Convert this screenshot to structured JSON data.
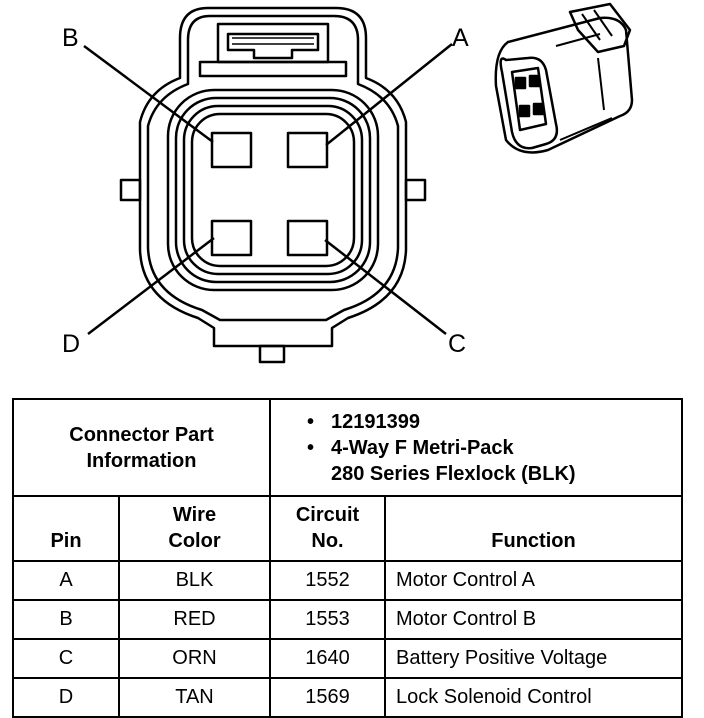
{
  "diagram": {
    "pin_labels": {
      "a": "A",
      "b": "B",
      "c": "C",
      "d": "D"
    }
  },
  "connector_info": {
    "label_line1": "Connector Part",
    "label_line2": "Information",
    "bullet": "•",
    "part_number": "12191399",
    "description_line1": "4-Way F Metri-Pack",
    "description_line2": "280 Series Flexlock (BLK)"
  },
  "table": {
    "headers": {
      "pin": "Pin",
      "wire_color_line1": "Wire",
      "wire_color_line2": "Color",
      "circuit_line1": "Circuit",
      "circuit_line2": "No.",
      "function": "Function"
    },
    "rows": [
      {
        "pin": "A",
        "wire_color": "BLK",
        "circuit": "1552",
        "function": "Motor Control A"
      },
      {
        "pin": "B",
        "wire_color": "RED",
        "circuit": "1553",
        "function": "Motor Control B"
      },
      {
        "pin": "C",
        "wire_color": "ORN",
        "circuit": "1640",
        "function": "Battery Positive Voltage"
      },
      {
        "pin": "D",
        "wire_color": "TAN",
        "circuit": "1569",
        "function": "Lock Solenoid Control"
      }
    ]
  }
}
